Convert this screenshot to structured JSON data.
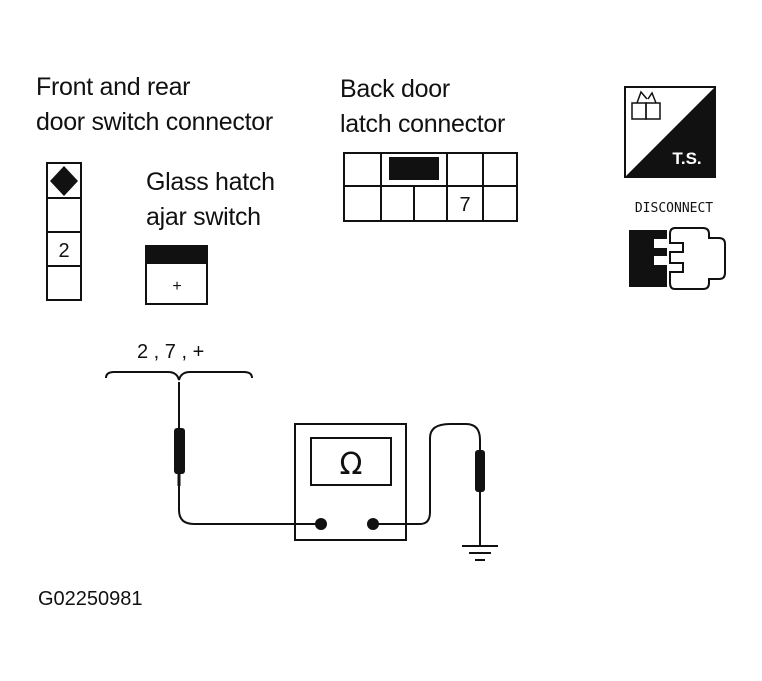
{
  "labels": {
    "front_rear_line1": "Front and rear",
    "front_rear_line2": "door switch connector",
    "back_door_line1": "Back door",
    "back_door_line2": "latch connector",
    "glass_hatch_line1": "Glass hatch",
    "glass_hatch_line2": "ajar switch",
    "probe_terminals": "2 , 7 , +",
    "figure_code": "G02250981"
  },
  "connectors": {
    "front_rear_pin": "2",
    "back_door_pin": "7",
    "glass_hatch_pin": "+"
  },
  "icons": {
    "ts_text": "T.S.",
    "disconnect_text": "DISCONNECT"
  },
  "meter": {
    "symbol": "Ω"
  }
}
